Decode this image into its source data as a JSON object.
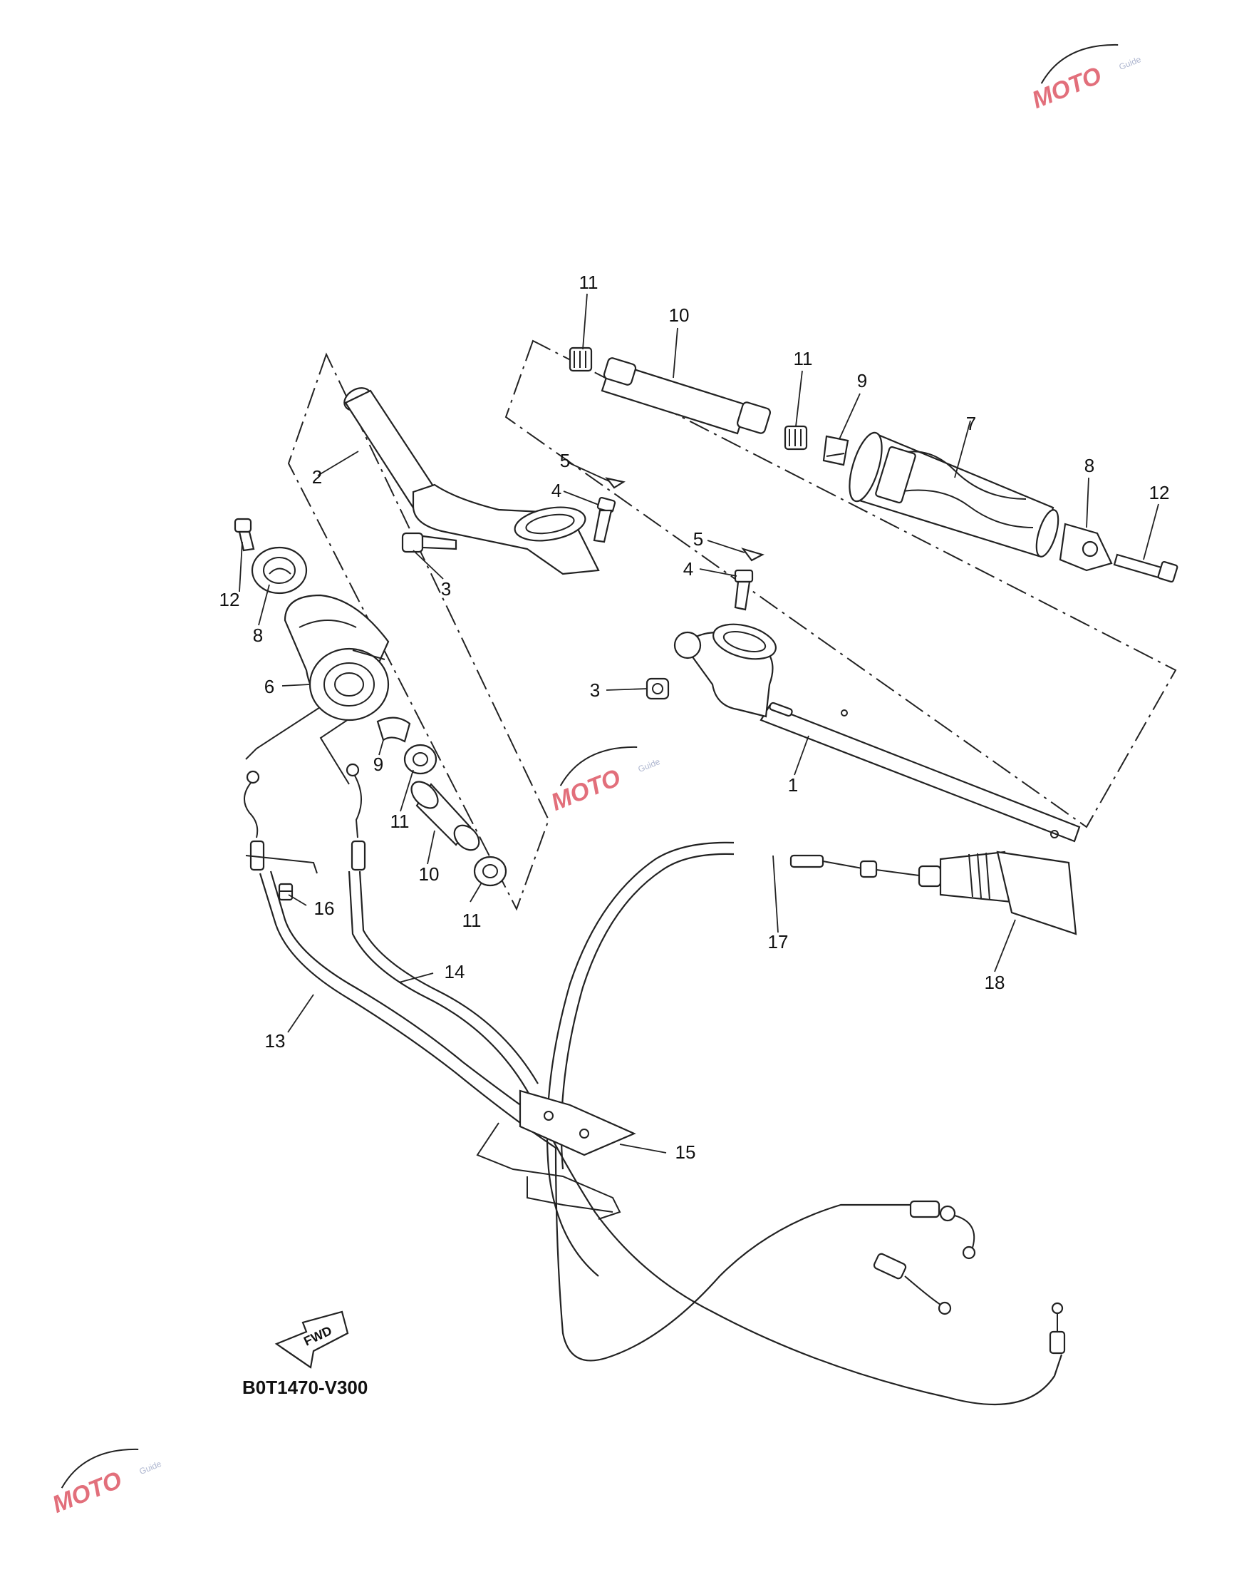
{
  "diagram": {
    "code": "B0T1470-V300",
    "fwd_label": "FWD",
    "callouts": {
      "c1": "1",
      "c2": "2",
      "c3a": "3",
      "c3b": "3",
      "c4a": "4",
      "c4b": "4",
      "c5a": "5",
      "c5b": "5",
      "c6": "6",
      "c7": "7",
      "c8a": "8",
      "c8b": "8",
      "c9a": "9",
      "c9b": "9",
      "c10a": "10",
      "c10b": "10",
      "c11a": "11",
      "c11b": "11",
      "c11c": "11",
      "c11d": "11",
      "c12a": "12",
      "c12b": "12",
      "c13": "13",
      "c14": "14",
      "c15": "15",
      "c16": "16",
      "c17": "17",
      "c18": "18"
    }
  },
  "watermark": {
    "logo_text": "MOTO",
    "sub_text": "Guide",
    "color": "#d9404f"
  }
}
